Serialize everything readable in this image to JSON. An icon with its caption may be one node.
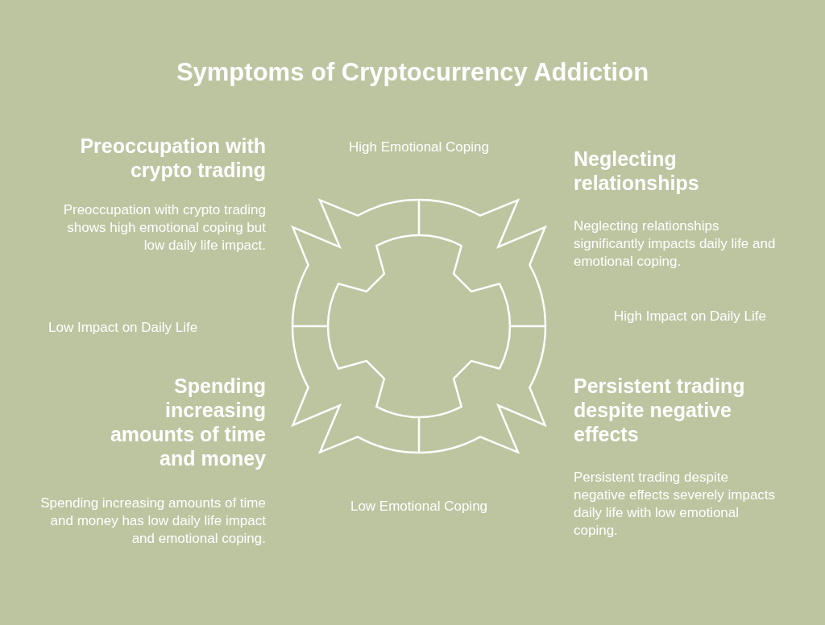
{
  "diagram": {
    "title": "Symptoms of Cryptocurrency Addiction",
    "labels": [
      "Preoccupation with crypto trading",
      "High Emotional Coping",
      "Neglecting relationships",
      "Preoccupation with crypto trading shows high emotional coping but low daily life impact.",
      "Neglecting relationships significantly impacts daily life and emotional coping.",
      "Low Impact on Daily Life",
      "High Impact on Daily Life",
      "Spending increasing amounts of time and money",
      "Persistent trading despite negative effects",
      "Low Emotional Coping",
      "Spending increasing amounts of time and money has low daily life impact and emotional coping.",
      "Persistent trading despite negative effects severely impacts daily life with low emotional coping."
    ]
  }
}
